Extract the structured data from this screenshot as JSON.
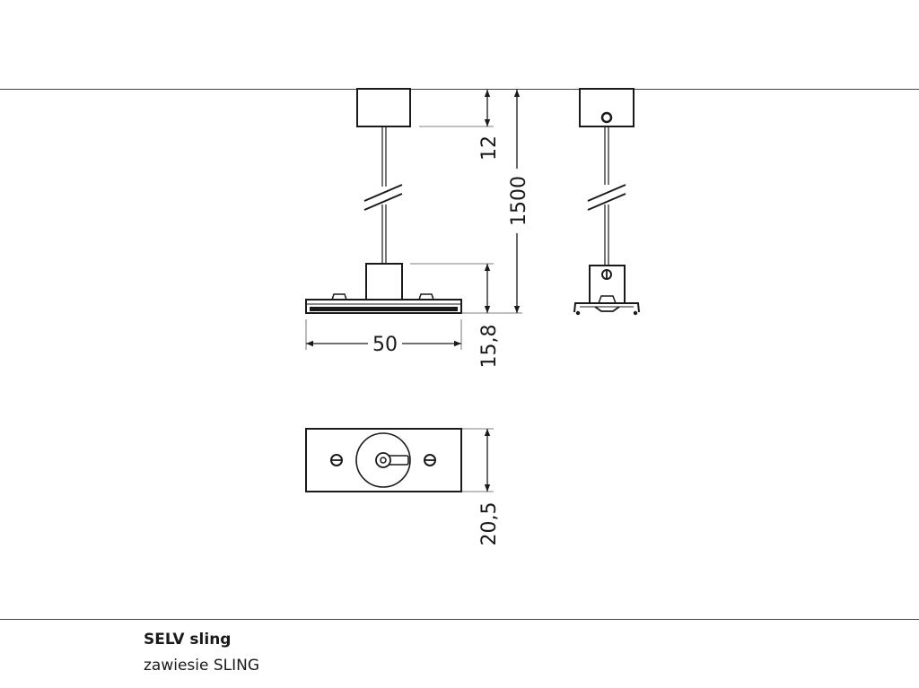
{
  "dimensions": {
    "anchor_height": "12",
    "total_length": "1500",
    "base_width": "50",
    "base_height": "15,8",
    "plate_depth": "20,5"
  },
  "caption": {
    "title": "SELV sling",
    "subtitle": "zawiesie SLING"
  }
}
